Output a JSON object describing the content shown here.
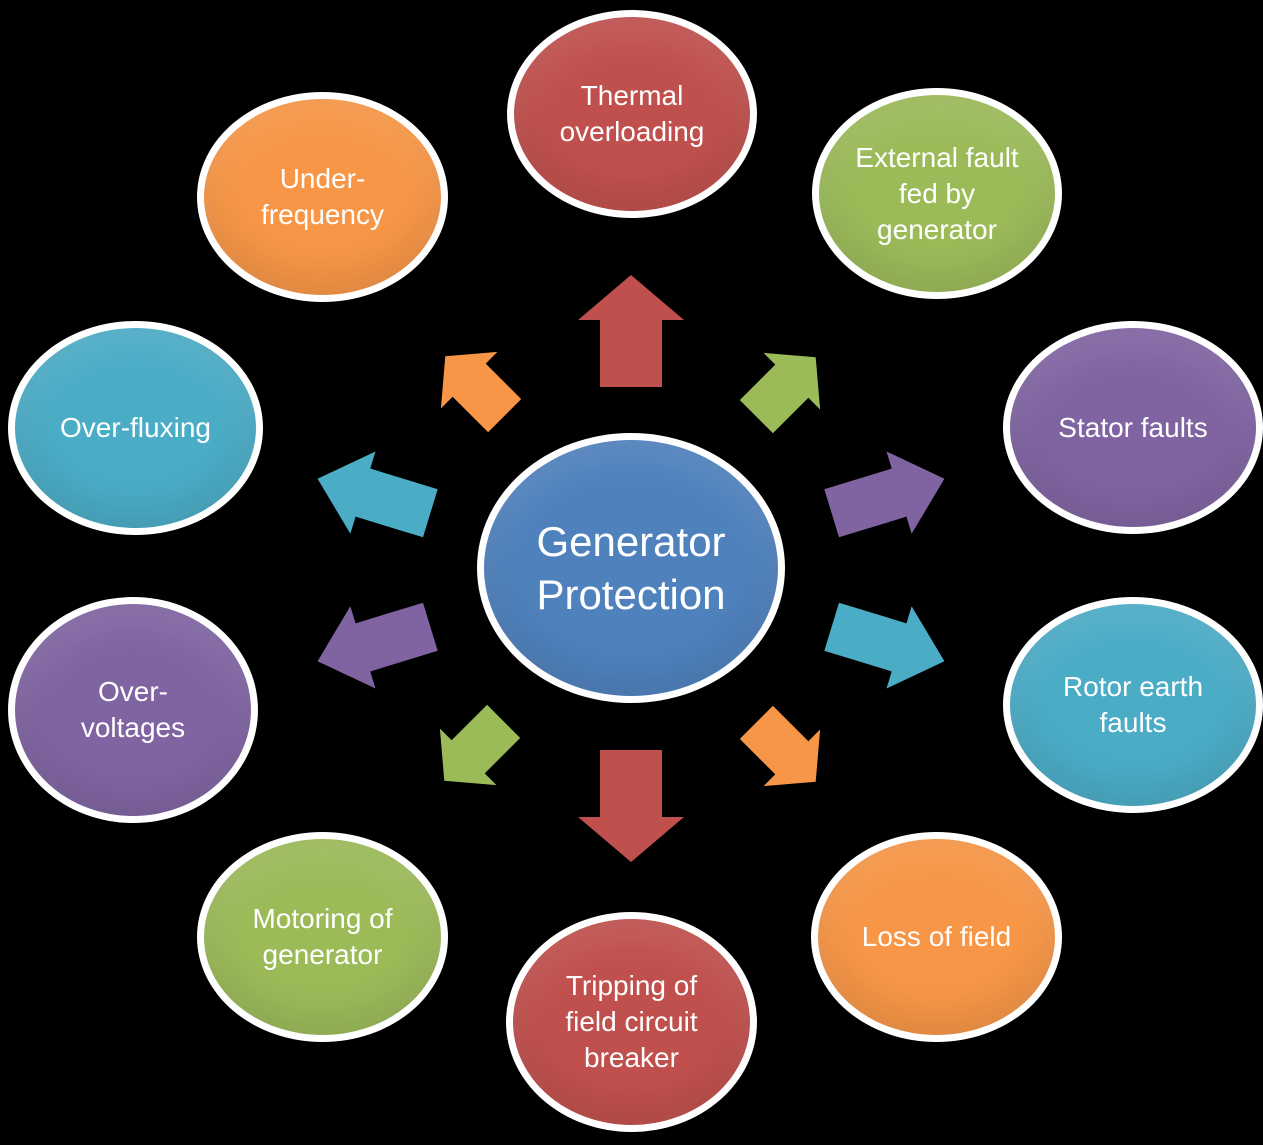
{
  "palette": {
    "blue": "#4F81BD",
    "red": "#C0504D",
    "green": "#9BBB59",
    "purple": "#8064A2",
    "teal": "#4BACC6",
    "orange": "#F79646",
    "background": "#000000",
    "node_border": "#FFFFFF",
    "text": "#FFFFFF"
  },
  "diagram": {
    "type": "radial-spoke",
    "hub": {
      "id": "generator-protection",
      "label": "Generator\nProtection",
      "color": "blue"
    },
    "nodes": [
      {
        "id": "thermal-overloading",
        "label": "Thermal\noverloading",
        "color": "red",
        "position": "top"
      },
      {
        "id": "external-fault",
        "label": "External fault\nfed by\ngenerator",
        "color": "green",
        "position": "top-right"
      },
      {
        "id": "stator-faults",
        "label": "Stator faults",
        "color": "purple",
        "position": "right-upper"
      },
      {
        "id": "rotor-earth-faults",
        "label": "Rotor earth\nfaults",
        "color": "teal",
        "position": "right-lower"
      },
      {
        "id": "loss-of-field",
        "label": "Loss of field",
        "color": "orange",
        "position": "bottom-right"
      },
      {
        "id": "tripping-field-breaker",
        "label": "Tripping of\nfield circuit\nbreaker",
        "color": "red",
        "position": "bottom"
      },
      {
        "id": "motoring-of-generator",
        "label": "Motoring of\ngenerator",
        "color": "green",
        "position": "bottom-left"
      },
      {
        "id": "over-voltages",
        "label": "Over-\nvoltages",
        "color": "purple",
        "position": "left-lower"
      },
      {
        "id": "over-fluxing",
        "label": "Over-fluxing",
        "color": "teal",
        "position": "left-upper"
      },
      {
        "id": "under-frequency",
        "label": "Under-\nfrequency",
        "color": "orange",
        "position": "top-left"
      }
    ],
    "arrows": [
      {
        "to": "thermal-overloading",
        "color": "red",
        "direction": "up"
      },
      {
        "to": "external-fault",
        "color": "green",
        "direction": "up-right"
      },
      {
        "to": "stator-faults",
        "color": "purple",
        "direction": "right-up"
      },
      {
        "to": "rotor-earth-faults",
        "color": "teal",
        "direction": "right-down"
      },
      {
        "to": "loss-of-field",
        "color": "orange",
        "direction": "down-right"
      },
      {
        "to": "tripping-field-breaker",
        "color": "red",
        "direction": "down"
      },
      {
        "to": "motoring-of-generator",
        "color": "green",
        "direction": "down-left"
      },
      {
        "to": "over-voltages",
        "color": "purple",
        "direction": "left-down"
      },
      {
        "to": "over-fluxing",
        "color": "teal",
        "direction": "left-up"
      },
      {
        "to": "under-frequency",
        "color": "orange",
        "direction": "up-left"
      }
    ]
  }
}
